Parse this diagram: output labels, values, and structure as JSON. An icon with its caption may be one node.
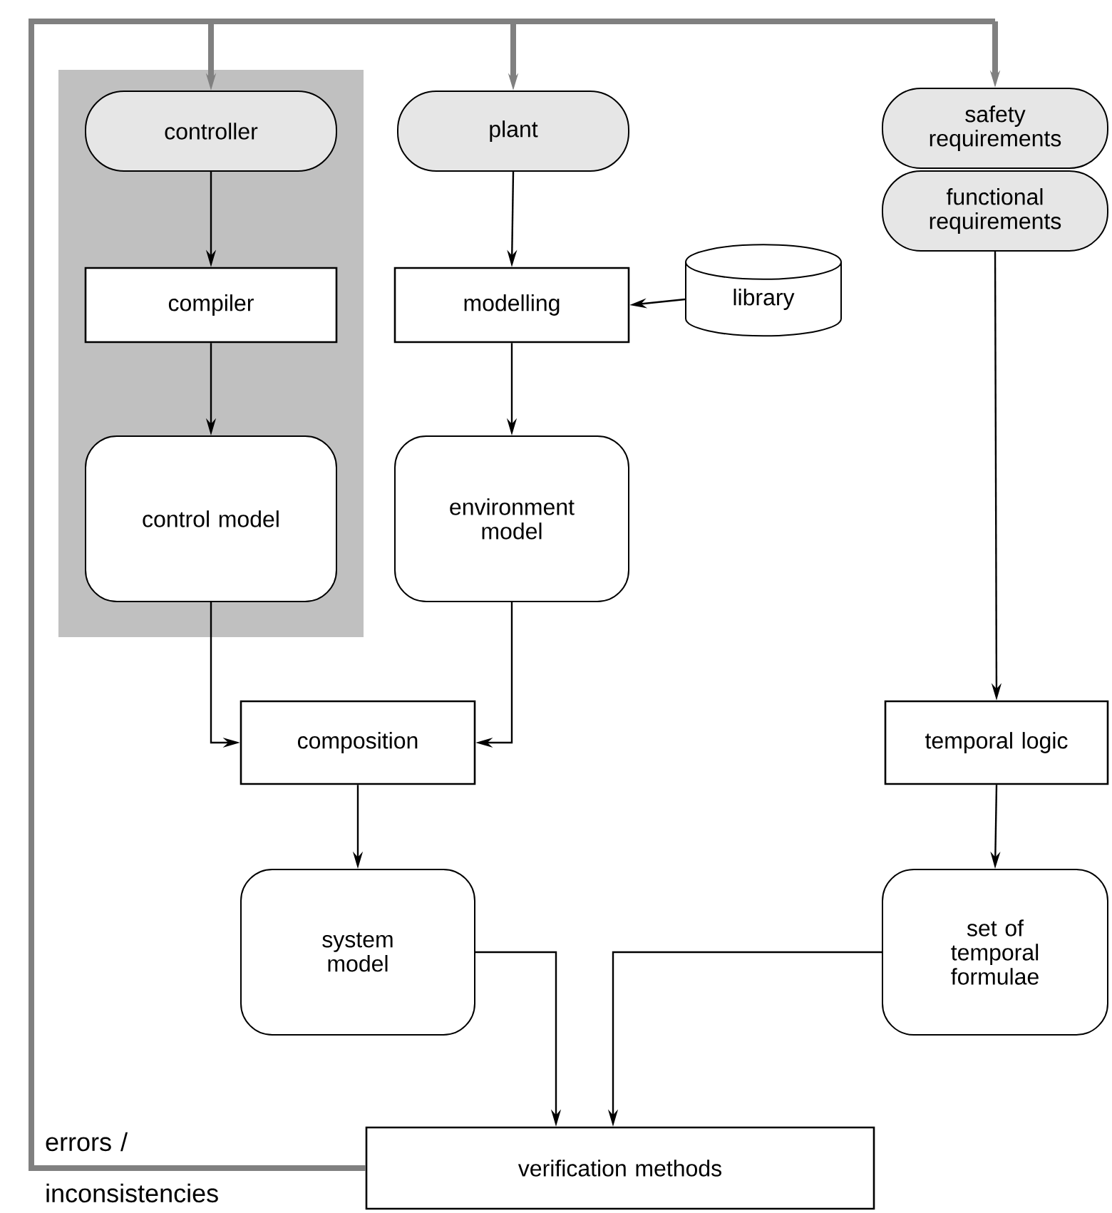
{
  "diagram": {
    "nodes": [
      {
        "text": [],
        "shape": "box"
      },
      {
        "text": [
          "controller"
        ],
        "in": 0
      },
      {
        "text": [
          "compiler"
        ],
        "in": 0
      },
      {
        "text": [
          "control model"
        ],
        "in": 0
      },
      {
        "text": [
          "plant"
        ]
      },
      {
        "text": [
          "modelling"
        ]
      },
      {
        "text": [
          "library"
        ]
      },
      {
        "text": [
          "environment model"
        ]
      },
      {
        "text": [
          "safety requirements"
        ]
      },
      {
        "text": [
          "functional requirements"
        ]
      },
      {
        "text": [
          "composition"
        ]
      },
      {
        "text": [
          "temporal logic"
        ]
      },
      {
        "text": [
          "system model"
        ]
      },
      {
        "text": [
          "set of temporal formulae"
        ]
      },
      {
        "text": [
          "verification methods"
        ]
      }
    ],
    "edges": [
      {
        "from": 1,
        "to": 2,
        "arrow": "to"
      },
      {
        "from": 2,
        "to": 3,
        "arrow": "to"
      },
      {
        "from": 4,
        "to": 5,
        "arrow": "to"
      },
      {
        "from": 6,
        "to": 5,
        "arrow": "to"
      },
      {
        "from": 5,
        "to": 7,
        "arrow": "to"
      },
      {
        "from": 3,
        "to": 10,
        "arrow": "to"
      },
      {
        "from": 7,
        "to": 10,
        "arrow": "to"
      },
      {
        "from": 10,
        "to": 12,
        "arrow": "to"
      },
      {
        "from": 9,
        "to": 11,
        "arrow": "to"
      },
      {
        "from": 11,
        "to": 13,
        "arrow": "to"
      },
      {
        "from": 12,
        "to": 14,
        "arrow": "to"
      },
      {
        "from": 13,
        "to": 14,
        "arrow": "to"
      },
      {
        "from": 14,
        "to": 1,
        "arrow": "to",
        "style": "thick",
        "color": "#808080",
        "label": "errors / inconsistencies"
      },
      {
        "from": 14,
        "to": 4,
        "arrow": "to",
        "style": "thick",
        "color": "#808080"
      },
      {
        "from": 14,
        "to": 8,
        "arrow": "to",
        "style": "thick",
        "color": "#808080"
      }
    ]
  }
}
